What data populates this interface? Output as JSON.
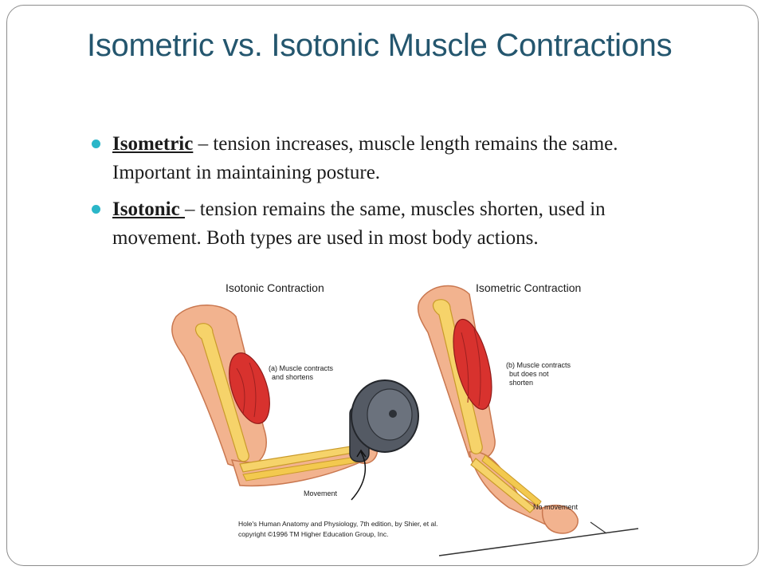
{
  "slide": {
    "title": "Isometric vs. Isotonic Muscle Contractions",
    "bullets": [
      {
        "term": "Isometric",
        "text": " – tension increases, muscle length remains the same.  Important in maintaining posture."
      },
      {
        "term": "Isotonic ",
        "text": "– tension remains the same, muscles shorten, used in movement.  Both types are used in most body actions."
      }
    ],
    "accent_color": "#2ab6c8",
    "title_color": "#24566e"
  },
  "figure": {
    "left_heading": "Isotonic Contraction",
    "right_heading": "Isometric Contraction",
    "label_a_line1": "(a) Muscle contracts",
    "label_a_line2": "and shortens",
    "label_b_line1": "(b) Muscle contracts",
    "label_b_line2": "but does not",
    "label_b_line3": "shorten",
    "movement_label": "Movement",
    "no_movement_label": "No movement",
    "credit_line1": "Hole's Human Anatomy and Physiology, 7th edition, by Shier, et al.",
    "credit_line2": "copyright ©1996 TM Higher Education Group, Inc."
  }
}
